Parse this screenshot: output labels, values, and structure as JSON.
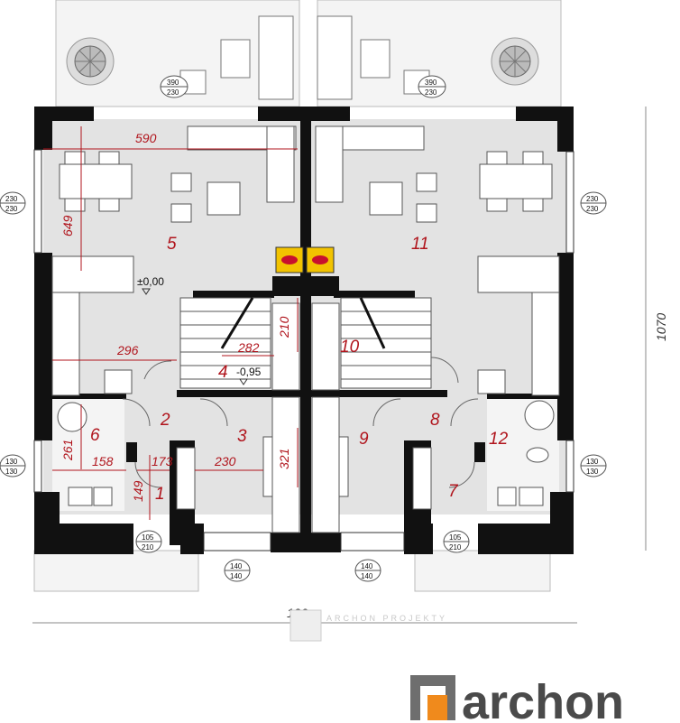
{
  "rooms": [
    "1",
    "2",
    "3",
    "4",
    "5",
    "6",
    "7",
    "8",
    "9",
    "10",
    "11",
    "12"
  ],
  "dims": {
    "d590": "590",
    "d649": "649",
    "d296": "296",
    "d282": "282",
    "d210": "210",
    "d261": "261",
    "d158": "158",
    "d173": "173",
    "d230": "230",
    "d321": "321",
    "d149": "149",
    "d1070": "1070",
    "dtotal": "120"
  },
  "levels": {
    "ground": "±0,00",
    "stairs": "-0,95"
  },
  "window_tags": {
    "w390": [
      "390",
      "230"
    ],
    "w230": [
      "230",
      "230"
    ],
    "w130": [
      "130",
      "130"
    ],
    "w105": [
      "105",
      "210"
    ],
    "w140": [
      "140",
      "140"
    ]
  },
  "watermark": "ARCHON PROJEKTY",
  "logo": {
    "text": "archon",
    "colors": {
      "grey": "#6e6e6e",
      "orange": "#f08a1c",
      "text": "#4a4a4a"
    }
  },
  "colors": {
    "wall": "#111111",
    "floor": "#e3e3e3",
    "room_label": "#b0141c",
    "fireplace": "#f2c300"
  }
}
